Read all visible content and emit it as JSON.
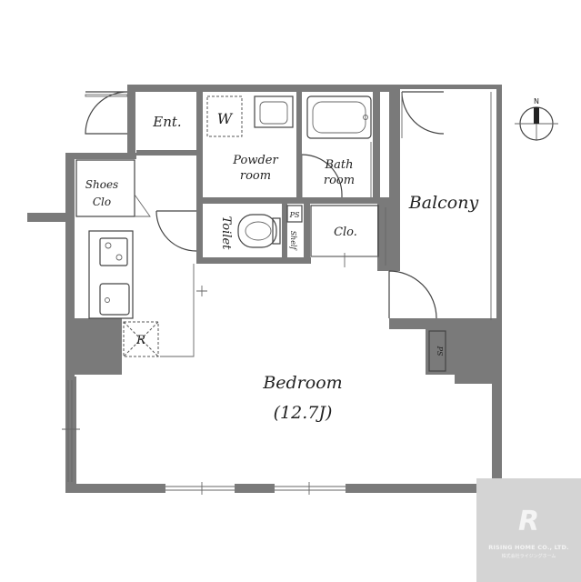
{
  "rooms": {
    "entrance": "Ent.",
    "washer": "W",
    "powder_line1": "Powder",
    "powder_line2": "room",
    "bath_line1": "Bath",
    "bath_line2": "room",
    "balcony": "Balcony",
    "shoes_line1": "Shoes",
    "shoes_line2": "Clo",
    "toilet": "Toilet",
    "ps1": "PS",
    "shelf": "Shelf",
    "closet": "Clo.",
    "refrigerator": "R",
    "ps2": "PS",
    "bedroom": "Bedroom",
    "bedroom_size": "(12.7J)"
  },
  "compass": {
    "north": "N"
  },
  "logo": {
    "mark": "R",
    "name": "RISING HOME CO., LTD.",
    "subtitle": "株式会社ライジングホーム"
  },
  "colors": {
    "wall": "#7a7a7a",
    "logo_bg": "#d4d4d4"
  }
}
